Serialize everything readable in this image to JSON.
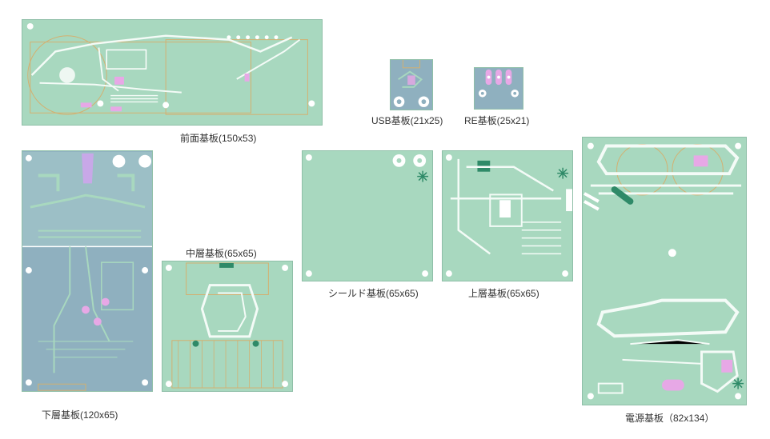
{
  "colors": {
    "green_board": "#a8d8bf",
    "blue_board": "#8fb0bf",
    "trace": "#f4fbf7",
    "pad": "#ffffff",
    "via_pink": "#e7a8e6",
    "outline": "#d4b070"
  },
  "boards": {
    "front": {
      "label": "前面基板(150x53)"
    },
    "usb": {
      "label": "USB基板(21x25)"
    },
    "re": {
      "label": "RE基板(25x21)"
    },
    "bottom": {
      "label": "下層基板(120x65)"
    },
    "middle": {
      "label": "中層基板(65x65)"
    },
    "shield": {
      "label": "シールド基板(65x65)"
    },
    "top": {
      "label": "上層基板(65x65)"
    },
    "power": {
      "label": "電源基板（82x134）"
    }
  }
}
